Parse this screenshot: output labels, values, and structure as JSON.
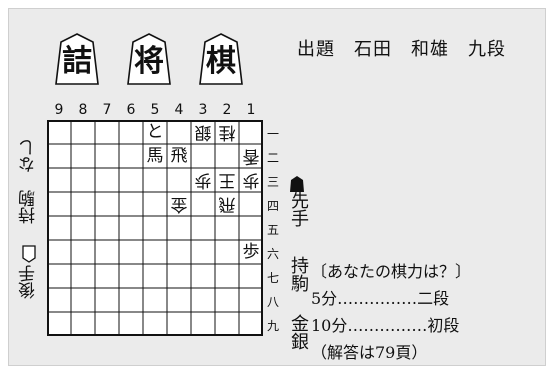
{
  "title": {
    "chars": [
      "詰",
      "将",
      "棋"
    ]
  },
  "author": "出題　石田　和雄　九段",
  "board": {
    "file_labels": [
      "9",
      "8",
      "7",
      "6",
      "5",
      "4",
      "3",
      "2",
      "1"
    ],
    "rank_labels": [
      "一",
      "二",
      "三",
      "四",
      "五",
      "六",
      "七",
      "八",
      "九"
    ],
    "pieces": [
      {
        "file": 5,
        "rank": 1,
        "kanji": "と",
        "owner": "sente"
      },
      {
        "file": 3,
        "rank": 1,
        "kanji": "銀",
        "owner": "gote"
      },
      {
        "file": 2,
        "rank": 1,
        "kanji": "桂",
        "owner": "gote"
      },
      {
        "file": 5,
        "rank": 2,
        "kanji": "馬",
        "owner": "sente"
      },
      {
        "file": 4,
        "rank": 2,
        "kanji": "飛",
        "owner": "sente"
      },
      {
        "file": 1,
        "rank": 2,
        "kanji": "香",
        "owner": "gote"
      },
      {
        "file": 3,
        "rank": 3,
        "kanji": "歩",
        "owner": "gote"
      },
      {
        "file": 2,
        "rank": 3,
        "kanji": "王",
        "owner": "gote"
      },
      {
        "file": 1,
        "rank": 3,
        "kanji": "歩",
        "owner": "gote"
      },
      {
        "file": 4,
        "rank": 4,
        "kanji": "金",
        "owner": "gote"
      },
      {
        "file": 2,
        "rank": 4,
        "kanji": "飛",
        "owner": "gote"
      },
      {
        "file": 1,
        "rank": 6,
        "kanji": "歩",
        "owner": "sente"
      }
    ]
  },
  "gote": {
    "hand_text": "持駒　なし",
    "name": "後手"
  },
  "sente": {
    "mark": "▲",
    "name": "先手",
    "mochigoma_label": "持駒",
    "mochigoma_pieces": "金銀"
  },
  "quiz": {
    "title": "〔あなたの棋力は？〕",
    "line1": "5分……………二段",
    "line2": "10分……………初段",
    "answer": "（解答は79頁）"
  }
}
